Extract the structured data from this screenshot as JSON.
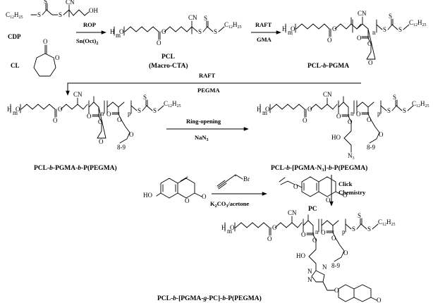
{
  "atoms": {
    "c12h25_c": "C",
    "c12h25_sub": "12",
    "c12h25_h": "H",
    "c12h25_sub2": "25",
    "s": "S",
    "o": "O",
    "n": "N",
    "oh": "OH",
    "ho": "HO",
    "h": "H",
    "cn": "CN",
    "br": "Br",
    "m": "m",
    "n_idx": "n",
    "p_idx": "p",
    "rep": "8-9",
    "n3_n": "N",
    "n3_sub": "3"
  },
  "labels": {
    "cdp": "CDP",
    "cl": "CL",
    "pcl_macro": "PCL",
    "macro_cta": "(Macro-CTA)",
    "pcl_pgma_a": "PCL-",
    "pcl_pgma_b": "b",
    "pcl_pgma_c": "-PGMA",
    "step3_a": "PCL-",
    "step3_b": "b",
    "step3_c": "-PGMA-",
    "step3_d": "b",
    "step3_e": "-P(PEGMA)",
    "step4_a": "PCL-",
    "step4_b": "b",
    "step4_c": "-[PGMA-N",
    "step4_d": "3",
    "step4_e": "]-",
    "step4_f": "b",
    "step4_g": "-P(PEGMA)",
    "pc": "PC",
    "final_a": "PCL-",
    "final_b": "b",
    "final_c": "-[PGMA-",
    "final_d": "g",
    "final_e": "-PC]-",
    "final_f": "b",
    "final_g": "-P(PEGMA)"
  },
  "conditions": {
    "rop": "ROP",
    "sn_a": "Sn(Oct)",
    "sn_b": "2",
    "raft1": "RAFT",
    "gma": "GMA",
    "raft2": "RAFT",
    "pegma": "PEGMA",
    "ring_opening": "Ring-opening",
    "nan3_a": "NaN",
    "nan3_b": "3",
    "k2co3_a": "K",
    "k2co3_b": "2",
    "k2co3_c": "CO",
    "k2co3_d": "3",
    "k2co3_e": "/acetone",
    "click_1": "Click",
    "click_2": "Chemistry"
  }
}
